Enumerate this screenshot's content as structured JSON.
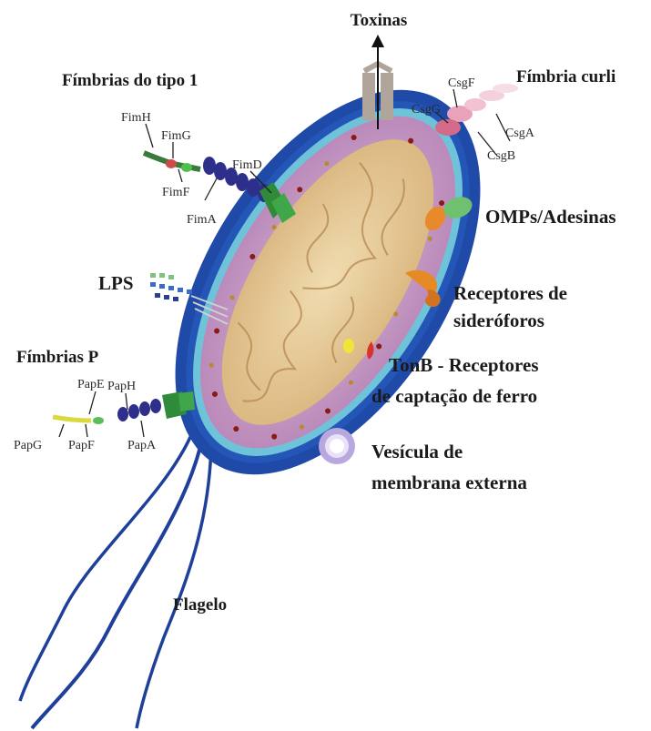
{
  "labels": {
    "toxinas": "Toxinas",
    "fimbria_curli": "Fímbria curli",
    "fimbrias_tipo1": "Fímbrias do tipo 1",
    "lps": "LPS",
    "omps": "OMPs/Adesinas",
    "receptores_line1": "Receptores de",
    "receptores_line2": "sideróforos",
    "fimbrias_p": "Fímbrias P",
    "tonb_line1": "TonB - Receptores",
    "tonb_line2": "de captação de ferro",
    "vesicula_line1": "Vesícula de",
    "vesicula_line2": "membrana externa",
    "flagelo": "Flagelo"
  },
  "proteins": {
    "fimH": "FimH",
    "fimG": "FimG",
    "fimF": "FimF",
    "fimA": "FimA",
    "fimD": "FimD",
    "csgF": "CsgF",
    "csgG": "CsgG",
    "csgA": "CsgA",
    "csgB": "CsgB",
    "papE": "PapE",
    "papH": "PapH",
    "papG": "PapG",
    "papF": "PapF",
    "papA": "PapA"
  },
  "colors": {
    "outer_membrane": "#1f4aa8",
    "periplasm": "#6fc3d9",
    "cytoplasm": "#c9a3c9",
    "nucleoid": "#e8cf9c",
    "granules": "#8a1a14",
    "flagellum": "#1e3f9a",
    "fimbriae": "#2e2f8a",
    "adhesin_orange": "#e8892b",
    "adhesin_green": "#6fc06f",
    "siderophore": "#e58a25",
    "vesicle": "#9a88cc"
  },
  "icons": [
    "bacterium-cell",
    "flagellum",
    "fimbria",
    "toxin-channel",
    "vesicle"
  ]
}
